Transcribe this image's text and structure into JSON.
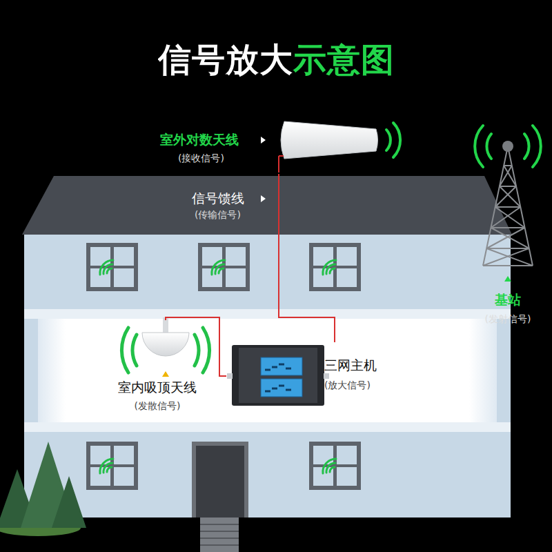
{
  "diagram": {
    "title": "信号放大示意图",
    "nodes": [
      {
        "text": [
          "室外对数天线",
          "(接收信号)"
        ]
      },
      {
        "text": [
          "基站",
          "(发射信号)"
        ]
      },
      {
        "text": [
          "室内吸顶天线",
          "(发散信号)"
        ]
      },
      {
        "text": [
          "三网主机",
          "(放大信号)"
        ]
      }
    ],
    "edges": [
      {
        "from": 0,
        "to": 3,
        "arrow": "none"
      },
      {
        "from": 3,
        "to": 2,
        "arrow": "none"
      }
    ],
    "labels": [
      "信号馈线",
      "(传输信号)"
    ]
  }
}
